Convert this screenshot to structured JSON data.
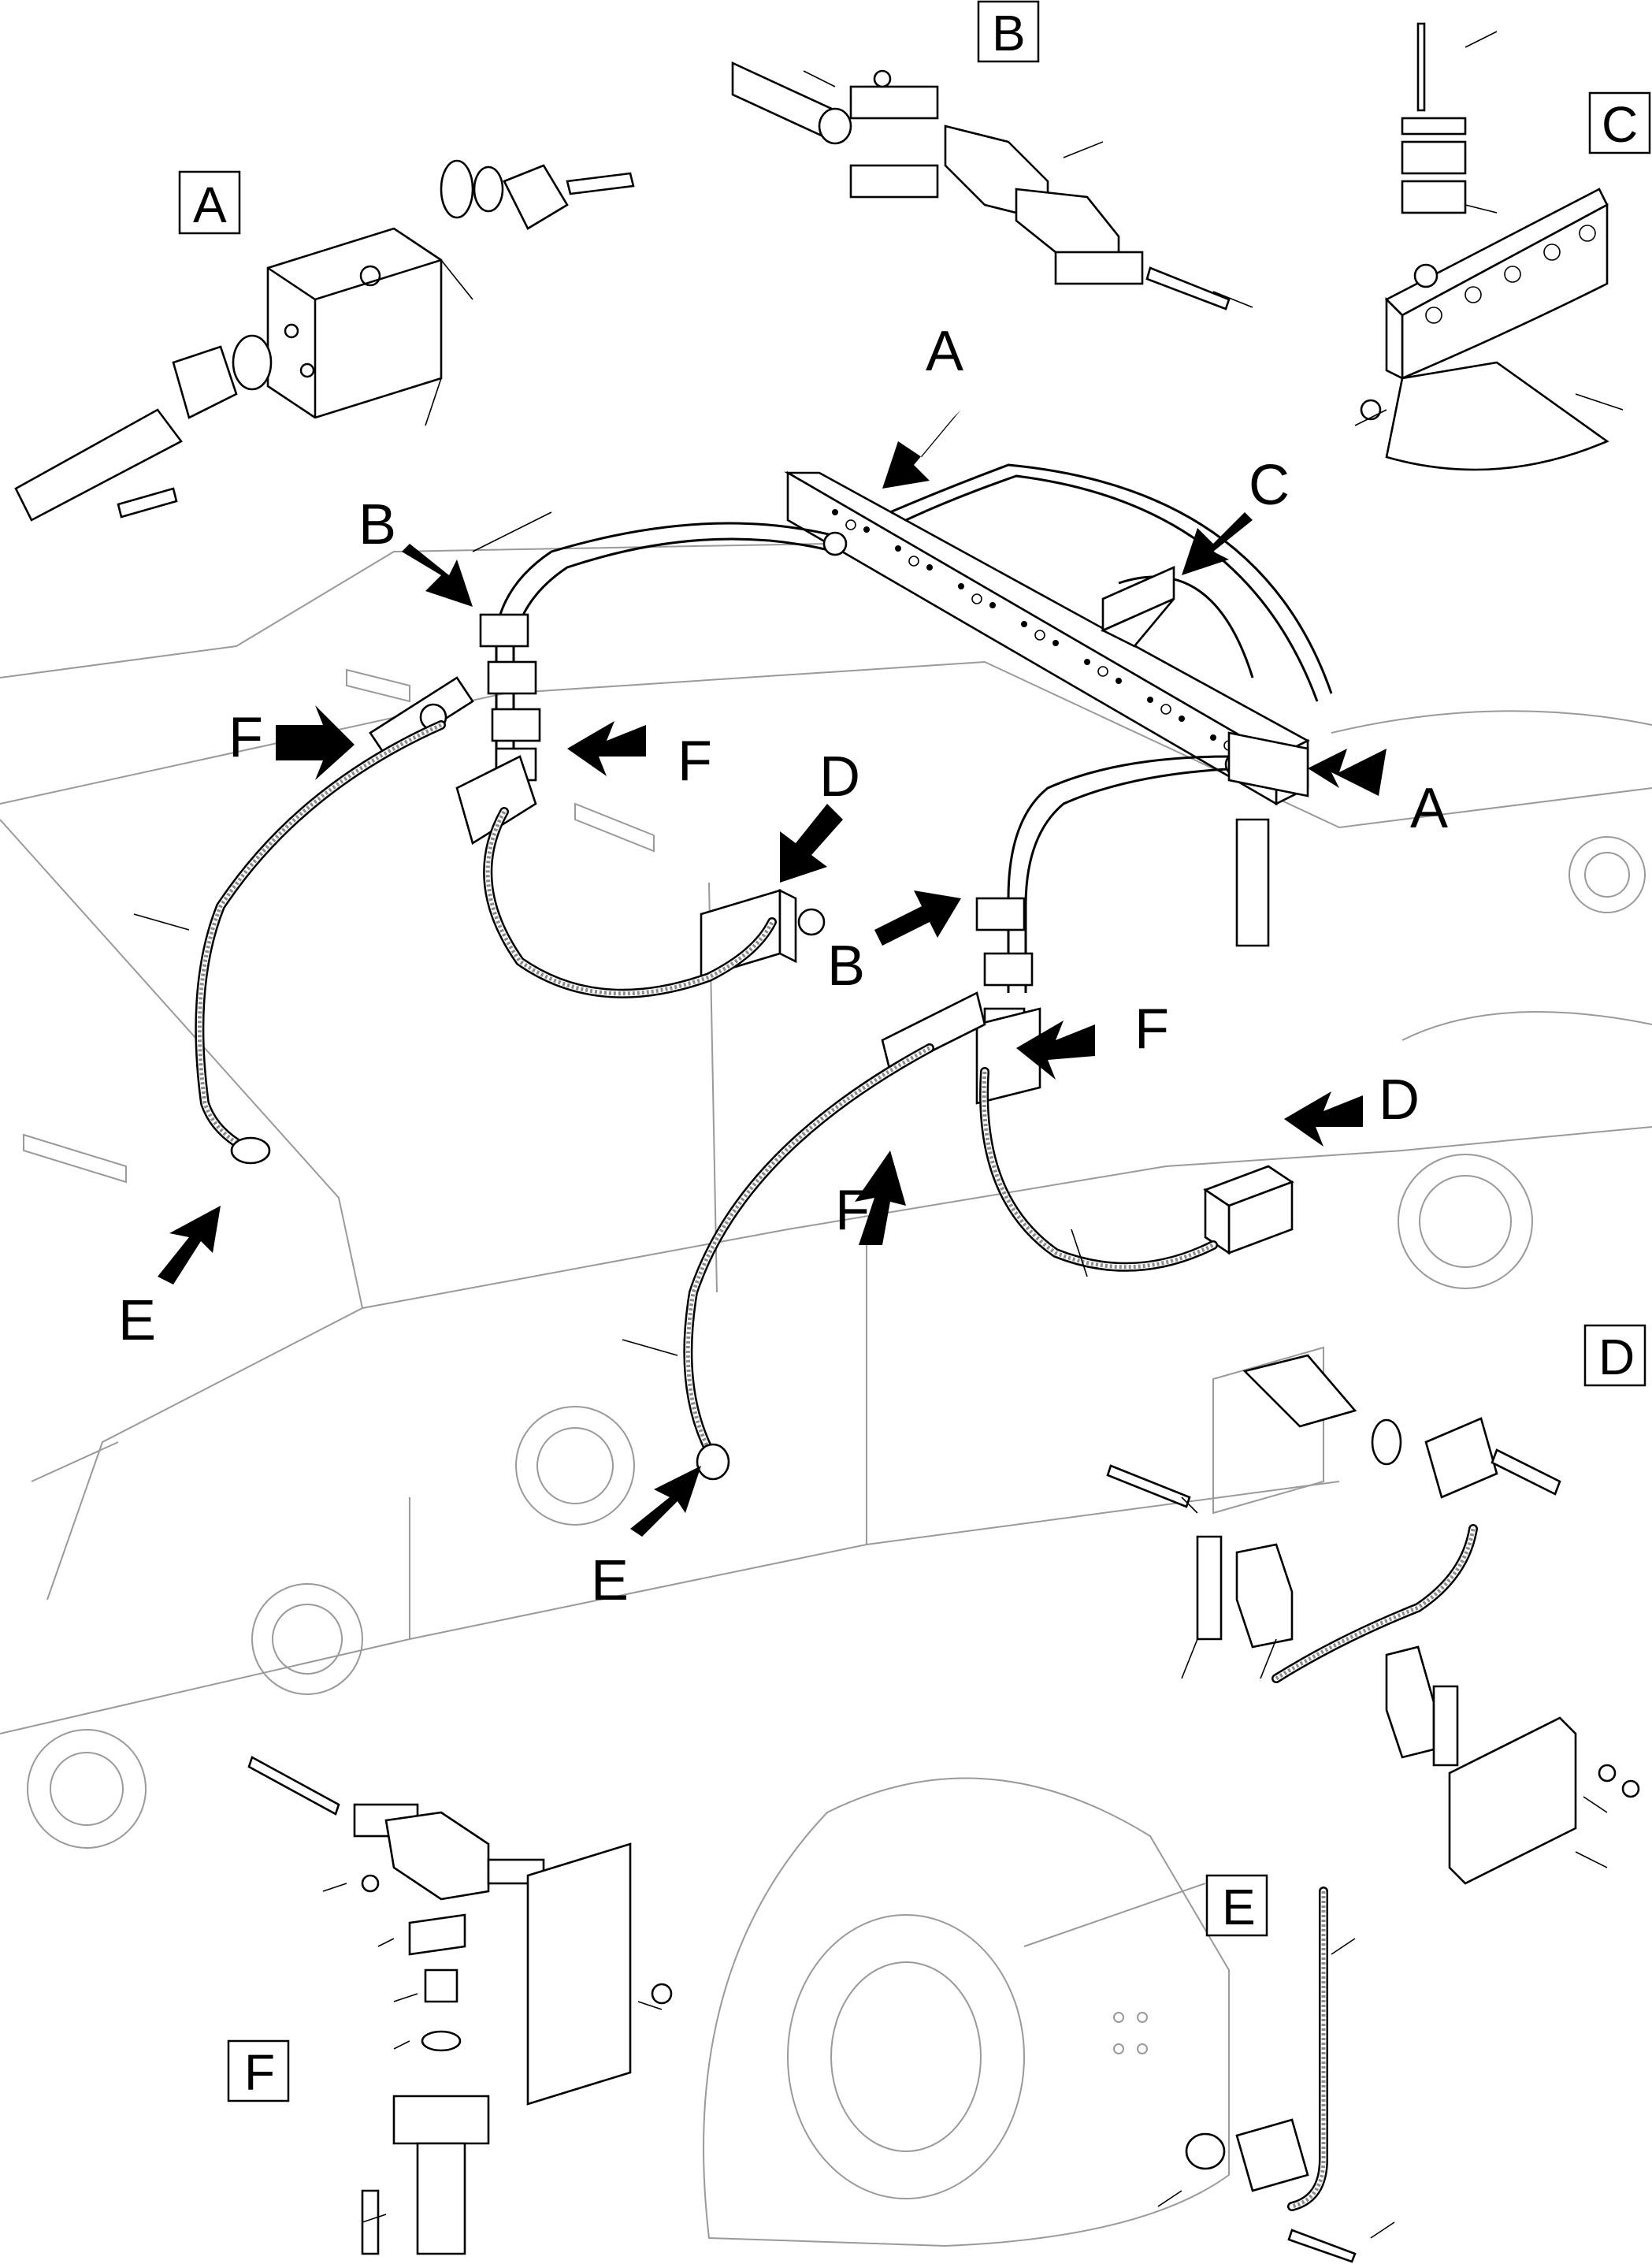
{
  "callouts": [
    {
      "id": "A",
      "text": "A"
    },
    {
      "id": "B",
      "text": "B"
    },
    {
      "id": "C",
      "text": "C"
    },
    {
      "id": "D",
      "text": "D"
    },
    {
      "id": "E",
      "text": "E"
    },
    {
      "id": "F",
      "text": "F"
    }
  ],
  "detail_boxes": {
    "A": "A",
    "B": "B",
    "C": "C",
    "D": "D",
    "E": "E",
    "F": "F"
  },
  "colors": {
    "ink": "#000000",
    "background": "#ffffff",
    "ghost_structure": "#9a9a9a"
  }
}
